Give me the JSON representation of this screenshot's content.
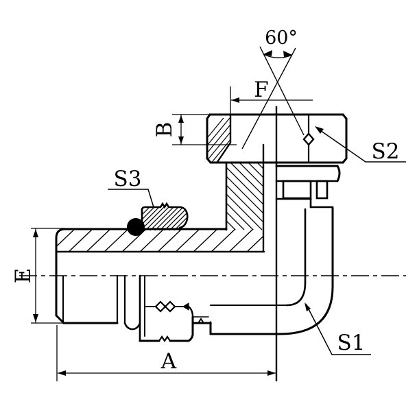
{
  "drawing": {
    "type": "engineering-section-drawing",
    "subject": "90-degree elbow hydraulic adapter, male stud end with female swivel nut",
    "colors": {
      "line": "#000000",
      "background": "#ffffff"
    },
    "labels": {
      "angle": "60°",
      "f": "F",
      "b": "B",
      "s2": "S2",
      "s3": "S3",
      "e": "E",
      "a": "A",
      "s1": "S1"
    }
  }
}
